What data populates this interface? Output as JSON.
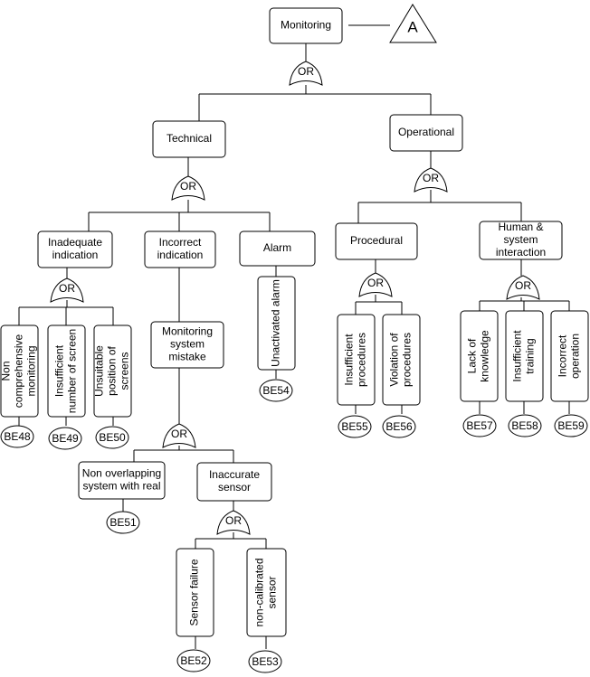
{
  "diagram": {
    "top_event": "Monitoring",
    "transfer_symbol": "A",
    "gates": {
      "top": "OR",
      "technical": "OR",
      "operational": "OR",
      "inadequate": "OR",
      "monitoring_mistake": "OR",
      "inaccurate_sensor": "OR",
      "procedural": "OR",
      "human": "OR"
    },
    "events": {
      "technical": "Technical",
      "operational": "Operational",
      "inadequate_indication": [
        "Inadequate",
        "indication"
      ],
      "incorrect_indication": [
        "Incorrect",
        "indication"
      ],
      "alarm": "Alarm",
      "procedural": "Procedural",
      "human_system_interaction": [
        "Human &",
        "system",
        "interaction"
      ],
      "non_comprehensive_monitoring": [
        "Non",
        "comprehensive",
        "monitoring"
      ],
      "insufficient_number_of_screen": [
        "Insufficient",
        "number of screen"
      ],
      "unsuitable_position_of_screens": [
        "Unsuitable",
        "position of",
        "screens"
      ],
      "monitoring_system_mistake": [
        "Monitoring",
        "system",
        "mistake"
      ],
      "unactivated_alarm": "Unactivated alarm",
      "non_overlapping": [
        "Non overlapping",
        "system with real"
      ],
      "inaccurate_sensor": [
        "Inaccurate",
        "sensor"
      ],
      "sensor_failure": "Sensor failure",
      "non_calibrated_sensor": [
        "non-calibrated",
        "sensor"
      ],
      "insufficient_procedures": [
        "Insufficient",
        "procedures"
      ],
      "violation_of_procedures": [
        "Violation of",
        "procedures"
      ],
      "lack_of_knowledge": [
        "Lack of",
        "knowledge"
      ],
      "insufficient_training": [
        "Insufficient",
        "training"
      ],
      "incorrect_operation": [
        "Incorrect",
        "operation"
      ]
    },
    "basic_events": {
      "be48": "BE48",
      "be49": "BE49",
      "be50": "BE50",
      "be51": "BE51",
      "be52": "BE52",
      "be53": "BE53",
      "be54": "BE54",
      "be55": "BE55",
      "be56": "BE56",
      "be57": "BE57",
      "be58": "BE58",
      "be59": "BE59"
    }
  }
}
